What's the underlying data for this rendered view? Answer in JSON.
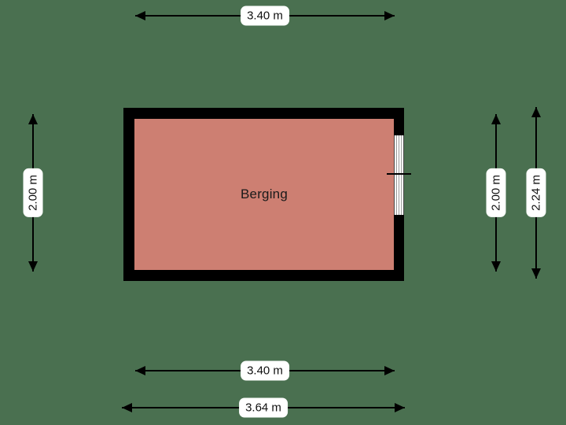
{
  "plan": {
    "background_color": "#4a7050",
    "room": {
      "name": "Berging",
      "fill_color": "#cd7f72",
      "wall_color": "#000000"
    },
    "window": {
      "name": "window"
    }
  },
  "dimensions": {
    "top": {
      "label": "3.40 m",
      "orientation": "horizontal",
      "position": "top"
    },
    "left": {
      "label": "2.00 m",
      "orientation": "vertical",
      "position": "left"
    },
    "right_inner": {
      "label": "2.00 m",
      "orientation": "vertical",
      "position": "right-inner"
    },
    "right_outer": {
      "label": "2.24 m",
      "orientation": "vertical",
      "position": "right-outer"
    },
    "bottom_inner": {
      "label": "3.40 m",
      "orientation": "horizontal",
      "position": "bottom-inner"
    },
    "bottom_outer": {
      "label": "3.64 m",
      "orientation": "horizontal",
      "position": "bottom-outer"
    }
  }
}
